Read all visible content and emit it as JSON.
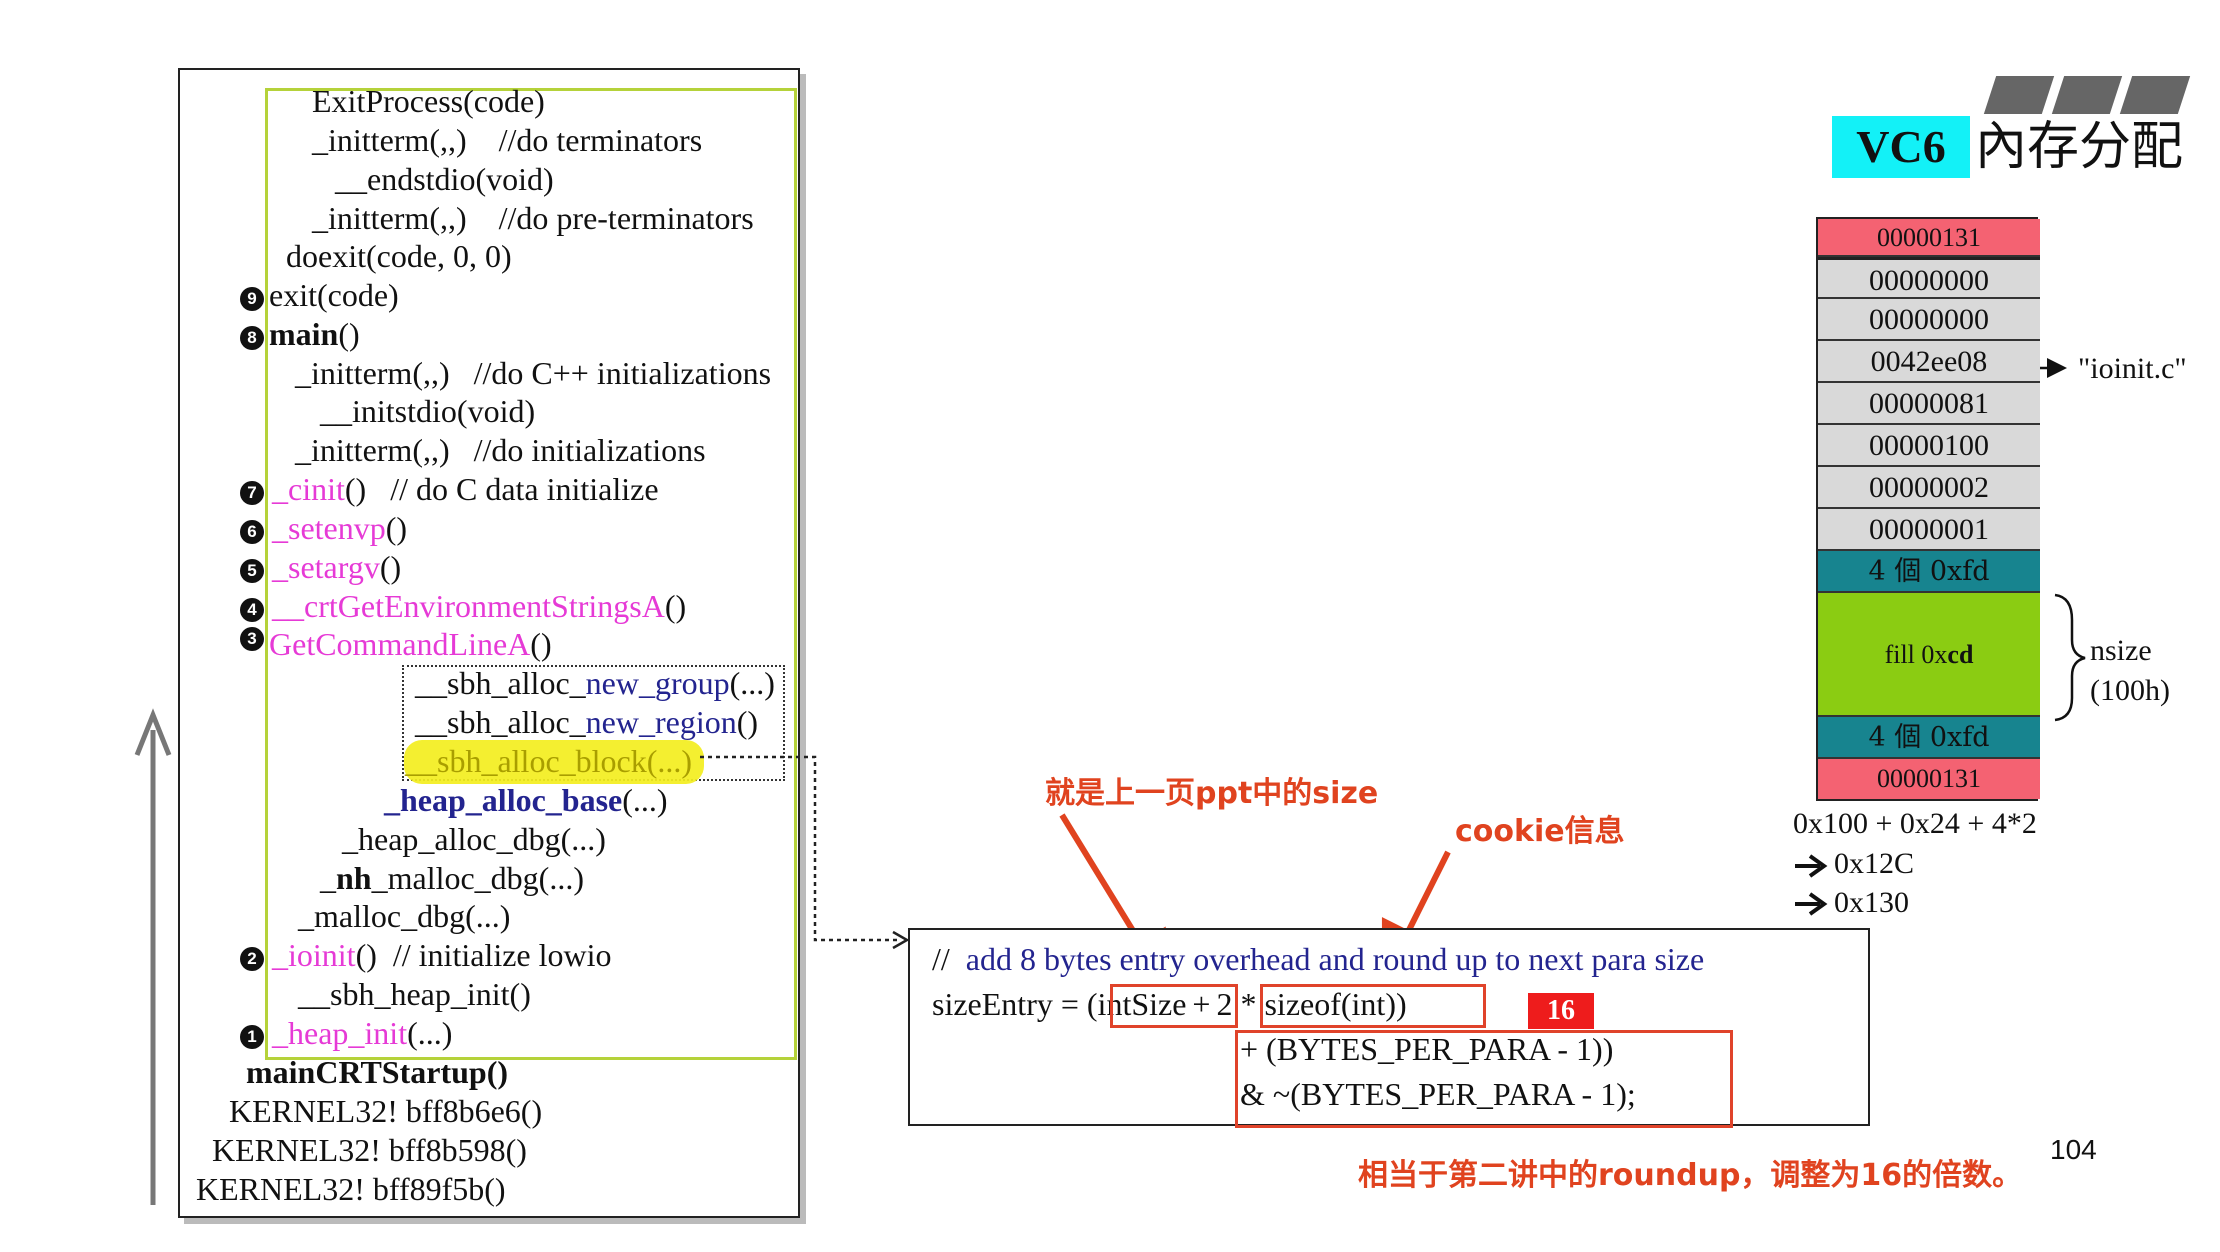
{
  "slide": {
    "page_number": "104",
    "title_badge": "VC6",
    "title_text": "內存分配"
  },
  "call_stack": {
    "lines": [
      {
        "text": "ExitProcess(code)"
      },
      {
        "text": "_initterm(,,)    //do terminators"
      },
      {
        "text": "__endstdio(void)"
      },
      {
        "text": "_initterm(,,)    //do pre-terminators"
      },
      {
        "text": "doexit(code, 0, 0)"
      },
      {
        "marker": "9",
        "text": "exit(code)"
      },
      {
        "marker": "8",
        "text": "main()",
        "bold": "main"
      },
      {
        "text": "_initterm(,,)   //do C++ initializations"
      },
      {
        "text": "__initstdio(void)"
      },
      {
        "text": "_initterm(,,)   //do initializations"
      },
      {
        "marker": "7",
        "pink": "_cinit",
        "text": "()   // do C data initialize"
      },
      {
        "marker": "6",
        "pink": "_setenvp",
        "text": "()"
      },
      {
        "marker": "5",
        "pink": "_setargv",
        "text": "()"
      },
      {
        "marker": "4",
        "pink": "__crtGetEnvironmentStringsA",
        "text": "()"
      },
      {
        "marker": "3",
        "pink": "GetCommandLineA",
        "text": "()"
      },
      {
        "text": "__sbh_alloc_new_group(...)",
        "navy": "new_group"
      },
      {
        "text": "__sbh_alloc_new_region()",
        "navy": "new_region"
      },
      {
        "text": "__sbh_alloc_block(...)"
      },
      {
        "text": "_heap_alloc_base(...)"
      },
      {
        "text": "_heap_alloc_dbg(...)"
      },
      {
        "text": "_nh_malloc_dbg(...)"
      },
      {
        "text": "_malloc_dbg(...)"
      },
      {
        "marker": "2",
        "pink": "_ioinit",
        "text": "()  // initialize lowio"
      },
      {
        "text": "__sbh_heap_init()"
      },
      {
        "marker": "1",
        "pink": "_heap_init",
        "text": "(...)"
      },
      {
        "text": "mainCRTStartup()"
      },
      {
        "text": "KERNEL32! bff8b6e6()"
      },
      {
        "text": "KERNEL32! bff8b598()"
      },
      {
        "text": "KERNEL32! bff89f5b()"
      }
    ]
  },
  "code_box": {
    "comment_prefix": "//",
    "comment_text": "add 8 bytes entry overhead and round up to next para size",
    "line2_lhs": "sizeEntry = ",
    "line2_intsize": "(intSize",
    "line2_plus": "+",
    "line2_sizeof": "2 * sizeof(int)",
    "line2_close": ")",
    "line3": "+ (BYTES_PER_PARA - 1))",
    "line4": "& ~(BYTES_PER_PARA - 1);",
    "badge": "16"
  },
  "annotations": {
    "size_note": "就是上一页ppt中的size",
    "cookie_note": "cookie信息",
    "roundup_note": "相当于第二讲中的roundup，调整为16的倍数。"
  },
  "memory": {
    "cells": [
      {
        "text": "00000131",
        "kind": "cookie"
      },
      {
        "text": "00000000",
        "kind": "header"
      },
      {
        "text": "00000000",
        "kind": "header"
      },
      {
        "text": "0042ee08",
        "kind": "header"
      },
      {
        "text": "00000081",
        "kind": "header"
      },
      {
        "text": "00000100",
        "kind": "header"
      },
      {
        "text": "00000002",
        "kind": "header"
      },
      {
        "text": "00000001",
        "kind": "header"
      },
      {
        "text": "4 個 0xfd",
        "kind": "guard"
      },
      {
        "text_pre": "fill 0x",
        "text_bold": "cd",
        "kind": "fill"
      },
      {
        "text": "4 個 0xfd",
        "kind": "guard"
      },
      {
        "text": "00000131",
        "kind": "cookie"
      }
    ],
    "pointer_label": "\"ioinit.c\"",
    "nsize_label": "nsize",
    "nsize_value": "(100h)",
    "calc_line1": "0x100 + 0x24 + 4*2",
    "calc_line2": "0x12C",
    "calc_line3": "0x130",
    "colors": {
      "cookie": "#f46272",
      "header": "#d9d9d9",
      "guard": "#17848f",
      "fill": "#8bcc12",
      "title_badge": "#13f1f7",
      "red": "#e0431f"
    }
  }
}
